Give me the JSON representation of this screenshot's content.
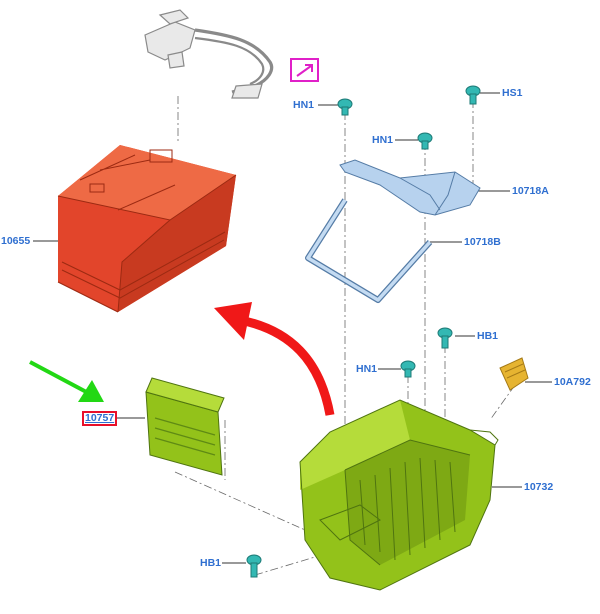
{
  "labels": {
    "battery": "10655",
    "bracket_upper": "10718A",
    "hold_down_frame": "10718B",
    "tray": "10732",
    "cover_plate": "10757",
    "fuse_clip": "10A792",
    "hn1_top": "HN1",
    "hn1_mid": "HN1",
    "hn1_low": "HN1",
    "hs1": "HS1",
    "hb1_right": "HB1",
    "hb1_bottom": "HB1"
  },
  "colors": {
    "battery_fill": "#e2452b",
    "battery_dark": "#b93018",
    "tray_fill": "#93c21a",
    "tray_dark": "#4f7410",
    "bracket_fill": "#a9c7e6",
    "bracket_stroke": "#557ca6",
    "fastener": "#33b8b3",
    "arrow_red": "#f01818",
    "arrow_green": "#22d814",
    "callout_text": "#2f6fd0",
    "highlight_box": "#e8102a",
    "icon_box": "#e020c8",
    "clip_fill": "#e6b431"
  }
}
